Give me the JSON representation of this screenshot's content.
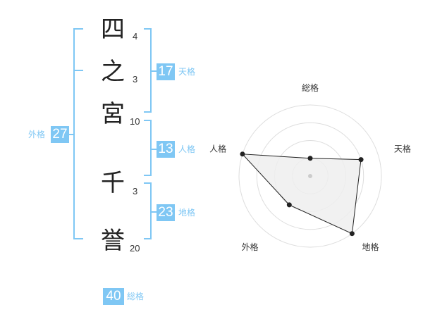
{
  "name": {
    "characters": [
      {
        "char": "四",
        "strokes": "4"
      },
      {
        "char": "之",
        "strokes": "3"
      },
      {
        "char": "宮",
        "strokes": "10"
      },
      {
        "char": "千",
        "strokes": "3"
      },
      {
        "char": "誉",
        "strokes": "20"
      }
    ]
  },
  "kakusu": {
    "tenkaku": {
      "value": "17",
      "label": "天格"
    },
    "jinkaku": {
      "value": "13",
      "label": "人格"
    },
    "chikaku": {
      "value": "23",
      "label": "地格"
    },
    "gaikaku": {
      "value": "27",
      "label": "外格"
    },
    "soukaku": {
      "value": "40",
      "label": "総格"
    }
  },
  "colors": {
    "accent": "#7fc7f4",
    "text": "#222222",
    "radar_fill": "#eeeeee",
    "radar_line": "#222222",
    "ring": "#dddddd"
  },
  "chart_data": {
    "type": "radar",
    "axes": [
      "総格",
      "天格",
      "地格",
      "外格",
      "人格"
    ],
    "values": [
      0.25,
      0.75,
      1.0,
      0.5,
      1.0
    ],
    "rings": 4
  }
}
